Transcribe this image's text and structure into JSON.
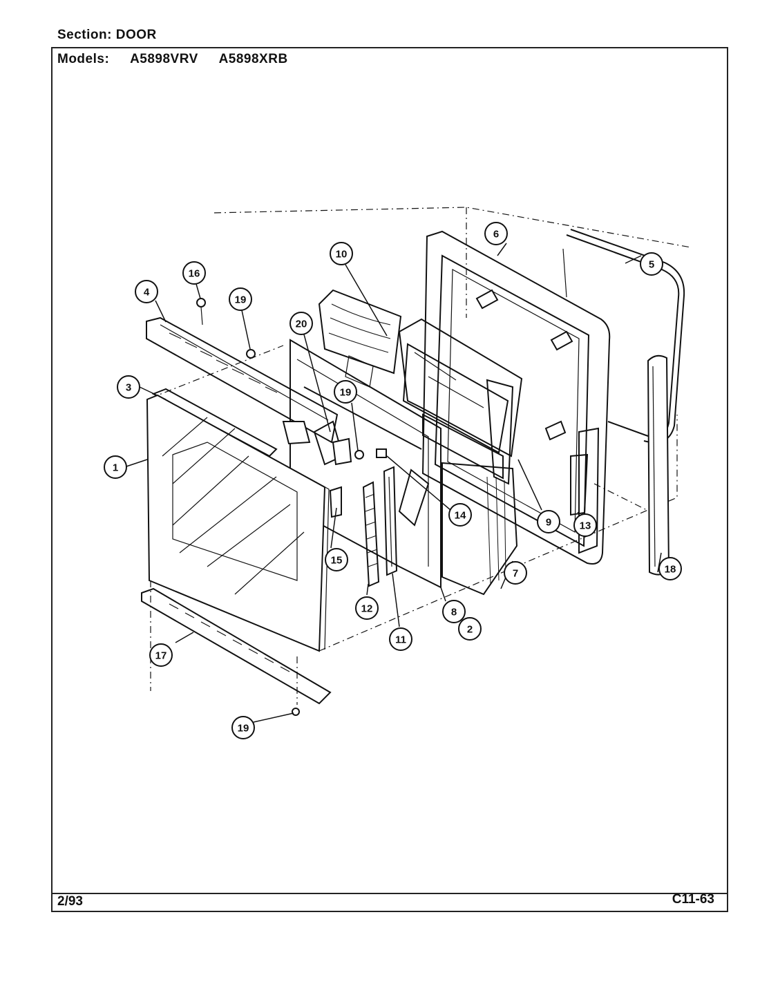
{
  "header": {
    "section_label": "Section:",
    "section_value": "DOOR",
    "models_label": "Models:",
    "models": [
      "A5898VRV",
      "A5898XRB"
    ]
  },
  "footer": {
    "date": "2/93",
    "code": "C11-63"
  },
  "callouts": [
    {
      "id": "callout-1",
      "label": "1"
    },
    {
      "id": "callout-2",
      "label": "2"
    },
    {
      "id": "callout-3",
      "label": "3"
    },
    {
      "id": "callout-4",
      "label": "4"
    },
    {
      "id": "callout-5",
      "label": "5"
    },
    {
      "id": "callout-6",
      "label": "6"
    },
    {
      "id": "callout-7",
      "label": "7"
    },
    {
      "id": "callout-8",
      "label": "8"
    },
    {
      "id": "callout-9",
      "label": "9"
    },
    {
      "id": "callout-10",
      "label": "10"
    },
    {
      "id": "callout-11",
      "label": "11"
    },
    {
      "id": "callout-12",
      "label": "12"
    },
    {
      "id": "callout-13",
      "label": "13"
    },
    {
      "id": "callout-14",
      "label": "14"
    },
    {
      "id": "callout-15",
      "label": "15"
    },
    {
      "id": "callout-16",
      "label": "16"
    },
    {
      "id": "callout-17",
      "label": "17"
    },
    {
      "id": "callout-18",
      "label": "18"
    },
    {
      "id": "callout-19a",
      "label": "19"
    },
    {
      "id": "callout-19b",
      "label": "19"
    },
    {
      "id": "callout-19c",
      "label": "19"
    },
    {
      "id": "callout-20",
      "label": "20"
    }
  ]
}
